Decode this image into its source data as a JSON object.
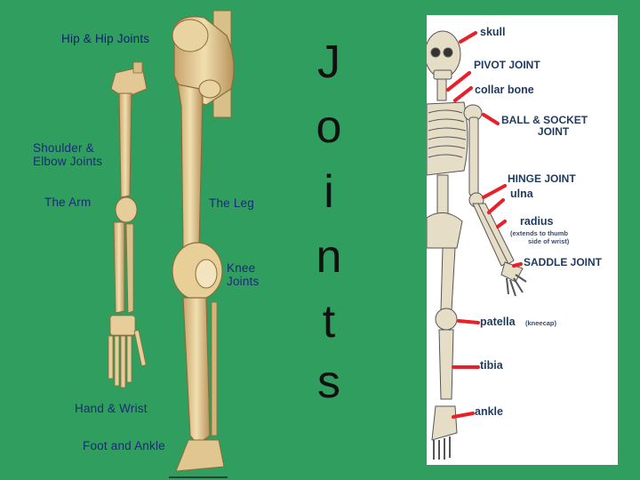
{
  "left_panel": {
    "labels": {
      "hip_joints": "Hip & Hip Joints",
      "shoulder_line1": "Shoulder &",
      "shoulder_line2": "Elbow Joints",
      "the_arm": "The Arm",
      "the_leg": "The Leg",
      "knee_line1": "Knee",
      "knee_line2": "Joints",
      "hand_wrist": "Hand & Wrist",
      "foot_ankle": "Foot and Ankle"
    }
  },
  "vertical_title": [
    "J",
    "o",
    "i",
    "n",
    "t",
    "s"
  ],
  "right_panel": {
    "labels": {
      "skull": "skull",
      "pivot": "PIVOT JOINT",
      "collar": "collar bone",
      "ball_socket_1": "BALL & SOCKET",
      "ball_socket_2": "JOINT",
      "hinge": "HINGE JOINT",
      "ulna": "ulna",
      "radius": "radius",
      "radius_note_1": "(extends to thumb",
      "radius_note_2": "side of wrist)",
      "saddle": "SADDLE JOINT",
      "patella": "patella",
      "kneecap": "(kneecap)",
      "tibia": "tibia",
      "ankle": "ankle"
    },
    "colors": {
      "arrow": "#e8202a",
      "label": "#1f3a5e",
      "bone": "#e6ddc6"
    }
  },
  "colors": {
    "background": "#2f9e5e",
    "left_label": "#1c2a78",
    "bone": "#e5c98f"
  }
}
